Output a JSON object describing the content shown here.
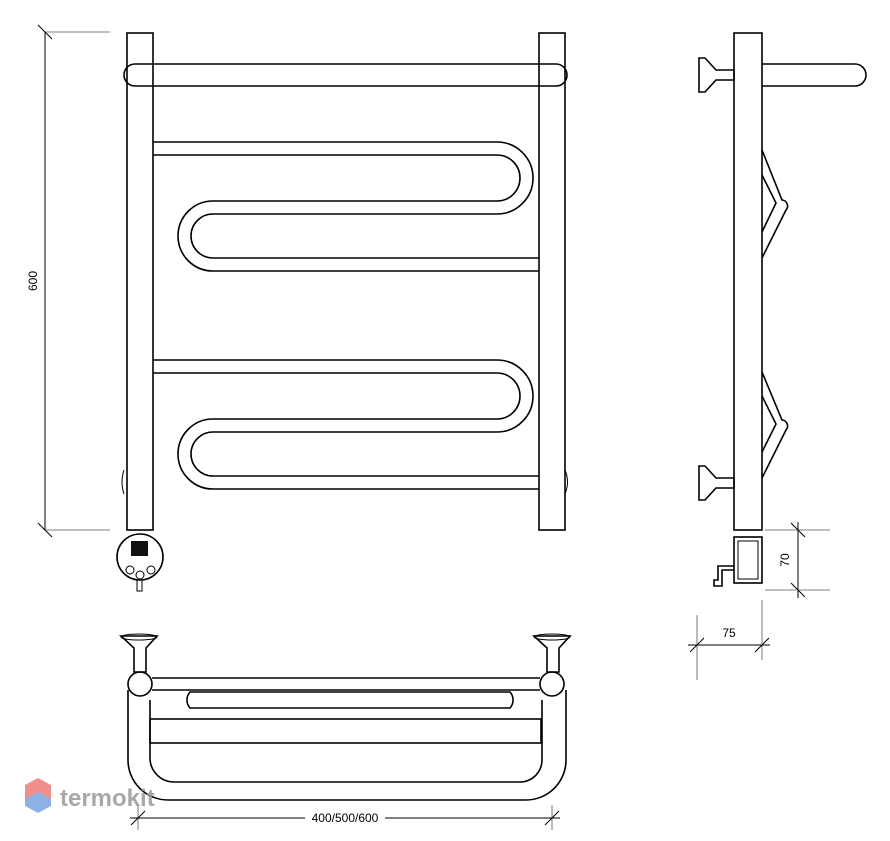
{
  "dimensions": {
    "height": "600",
    "width": "400/500/600",
    "depth": "75",
    "box_height": "70"
  },
  "watermark": {
    "text": "termokit",
    "color_text": "#9a9a9a",
    "color_icon_top": "#f07a7a",
    "color_icon_bottom": "#7aa6e0"
  }
}
